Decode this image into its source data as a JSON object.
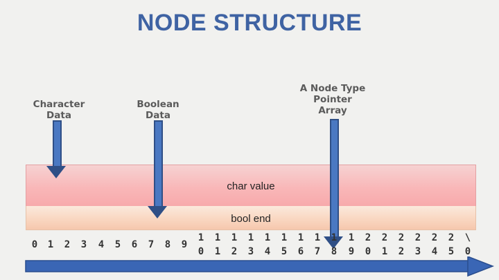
{
  "title": "NODE STRUCTURE",
  "labels": {
    "character_data": [
      "Character",
      "Data"
    ],
    "boolean_data": [
      "Boolean",
      "Data"
    ],
    "pointer_array": [
      "A Node Type",
      "Pointer",
      "Array"
    ]
  },
  "bands": {
    "char_value": "char value",
    "bool_end": "bool end"
  },
  "indices_single": [
    "0",
    "1",
    "2",
    "3",
    "4",
    "5",
    "6",
    "7",
    "8",
    "9"
  ],
  "indices_double_top": [
    "1",
    "1",
    "1",
    "1",
    "1",
    "1",
    "1",
    "1",
    "1",
    "1",
    "2",
    "2",
    "2",
    "2",
    "2",
    "2",
    "\\"
  ],
  "indices_double_bottom": [
    "0",
    "1",
    "2",
    "3",
    "4",
    "5",
    "6",
    "7",
    "8",
    "9",
    "0",
    "1",
    "2",
    "3",
    "4",
    "5",
    "0"
  ],
  "colors": {
    "title": "#3f63a3",
    "arrow_fill": "#4a78c2",
    "arrow_stroke": "#2f4f86",
    "char_band": "#f9b7b8",
    "bool_band": "#f9d5bf",
    "bottom_arrow": "#3a66b5"
  }
}
